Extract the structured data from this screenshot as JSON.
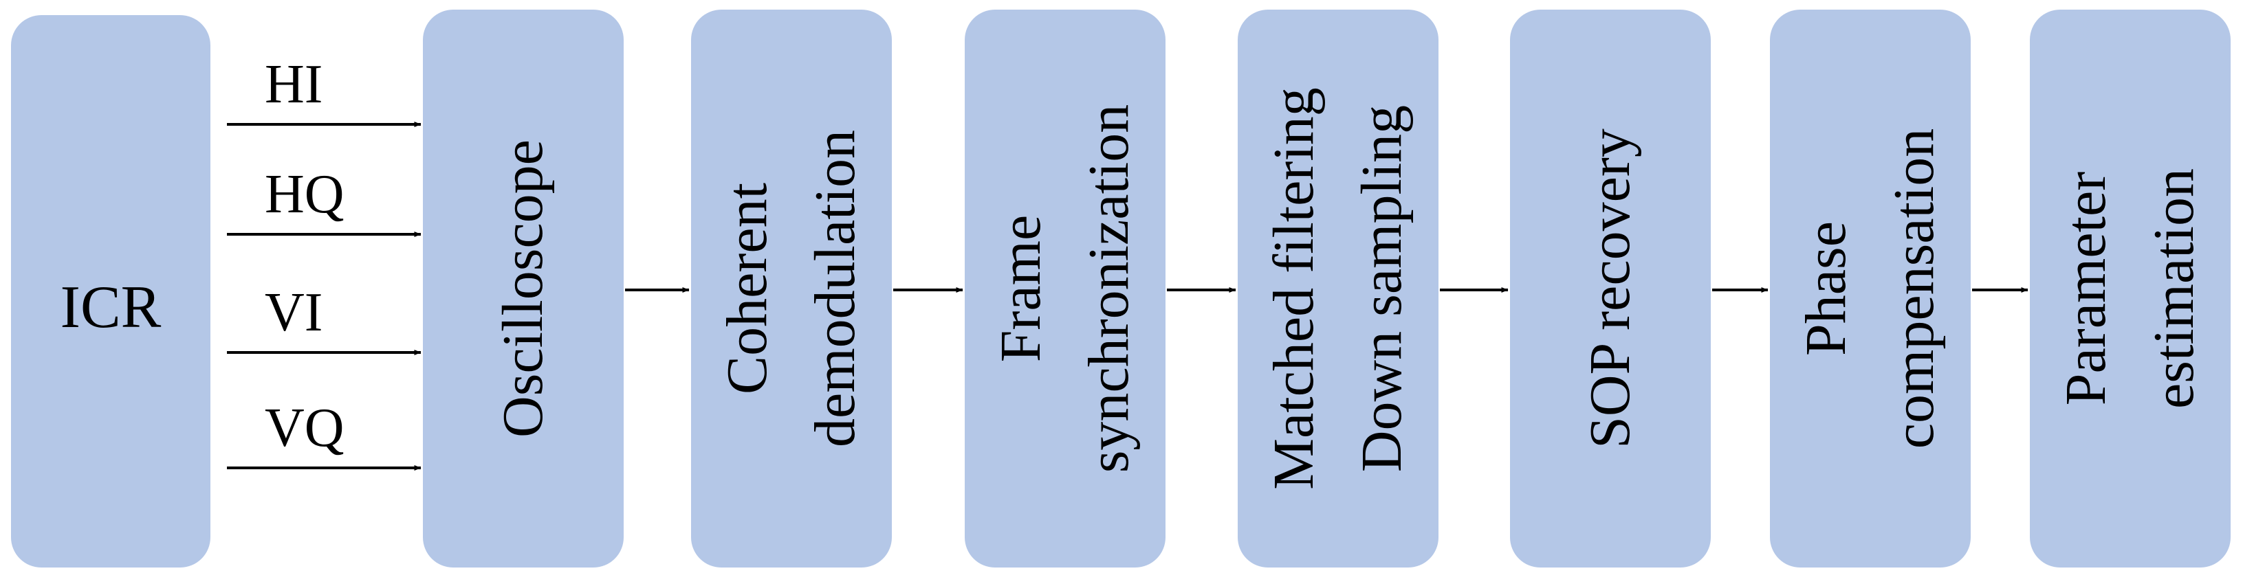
{
  "colors": {
    "block_fill": "#b4c7e7",
    "line": "#000000",
    "text": "#000000"
  },
  "source": {
    "label": "ICR"
  },
  "signals": [
    "HI",
    "HQ",
    "VI",
    "VQ"
  ],
  "stages": [
    {
      "id": "oscilloscope",
      "lines": [
        "Oscilloscope"
      ]
    },
    {
      "id": "coherent-demodulation",
      "lines": [
        "Coherent",
        "demodulation"
      ]
    },
    {
      "id": "frame-synchronization",
      "lines": [
        "Frame",
        "synchronization"
      ]
    },
    {
      "id": "matched-filtering-down-sampling",
      "lines": [
        "Matched filtering",
        "Down sampling"
      ]
    },
    {
      "id": "sop-recovery",
      "lines": [
        "SOP recovery"
      ]
    },
    {
      "id": "phase-compensation",
      "lines": [
        "Phase",
        "compensation"
      ]
    },
    {
      "id": "parameter-estimation",
      "lines": [
        "Parameter",
        "estimation"
      ]
    }
  ]
}
